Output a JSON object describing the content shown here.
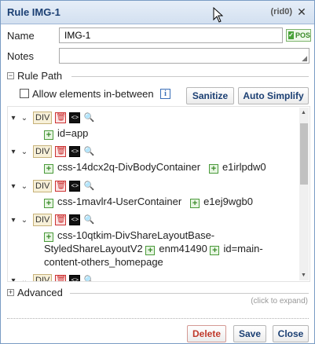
{
  "dialog": {
    "title": "Rule IMG-1",
    "rid": "(rid0)",
    "close_icon": "close-icon"
  },
  "form": {
    "name_label": "Name",
    "name_value": "IMG-1",
    "pos_badge": "POS",
    "notes_label": "Notes",
    "notes_value": ""
  },
  "rule_path": {
    "header": "Rule Path",
    "header_toggle": "−",
    "allow_label": "Allow elements in-between",
    "info_glyph": "i",
    "sanitize_label": "Sanitize",
    "auto_simplify_label": "Auto Simplify"
  },
  "tree": {
    "nodes": [
      {
        "tag": "DIV",
        "attrs": [
          "id=app"
        ]
      },
      {
        "tag": "DIV",
        "attrs": [
          "css-14dcx2q-DivBodyContainer",
          "e1irlpdw0"
        ]
      },
      {
        "tag": "DIV",
        "attrs": [
          "css-1mavlr4-UserContainer",
          "e1ej9wgb0"
        ]
      },
      {
        "tag": "DIV",
        "attrs": [
          "css-10qtkim-DivShareLayoutBase-StyledShareLayoutV2",
          "enm41490",
          "id=main-content-others_homepage"
        ]
      },
      {
        "tag": "DIV",
        "attrs": []
      }
    ]
  },
  "advanced": {
    "header": "Advanced",
    "toggle": "+",
    "hint": "(click to expand)"
  },
  "footer": {
    "delete_label": "Delete",
    "save_label": "Save",
    "close_label": "Close"
  },
  "colors": {
    "title_text": "#1b3f73",
    "delete_text": "#c0392b",
    "pos_green": "#3a8a2a"
  }
}
